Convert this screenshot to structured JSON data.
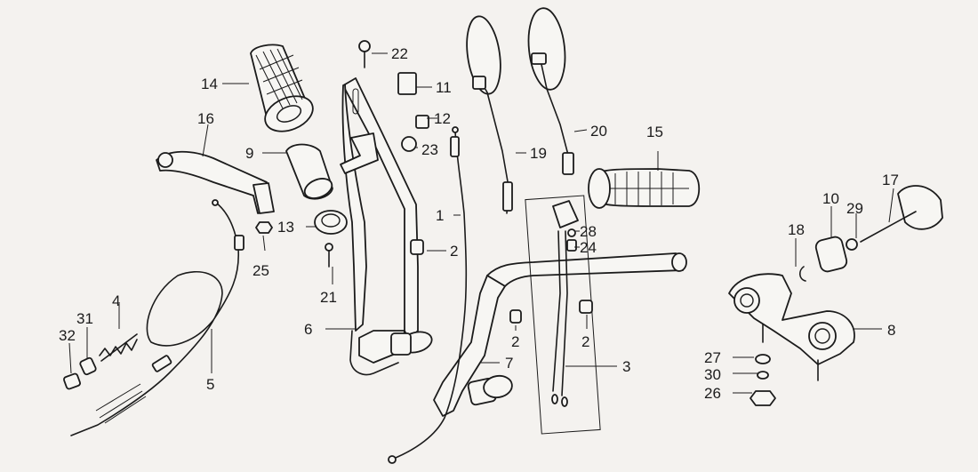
{
  "labels": {
    "l1": "1",
    "l2a": "2",
    "l2b": "2",
    "l2c": "2",
    "l3": "3",
    "l4": "4",
    "l5": "5",
    "l6": "6",
    "l7": "7",
    "l8": "8",
    "l9": "9",
    "l10": "10",
    "l11": "11",
    "l12": "12",
    "l13": "13",
    "l14": "14",
    "l15": "15",
    "l16": "16",
    "l17": "17",
    "l18": "18",
    "l19": "19",
    "l20": "20",
    "l21": "21",
    "l22": "22",
    "l23": "23",
    "l24": "24",
    "l25": "25",
    "l26": "26",
    "l27": "27",
    "l28": "28",
    "l29": "29",
    "l30": "30",
    "l31": "31",
    "l32": "32"
  }
}
